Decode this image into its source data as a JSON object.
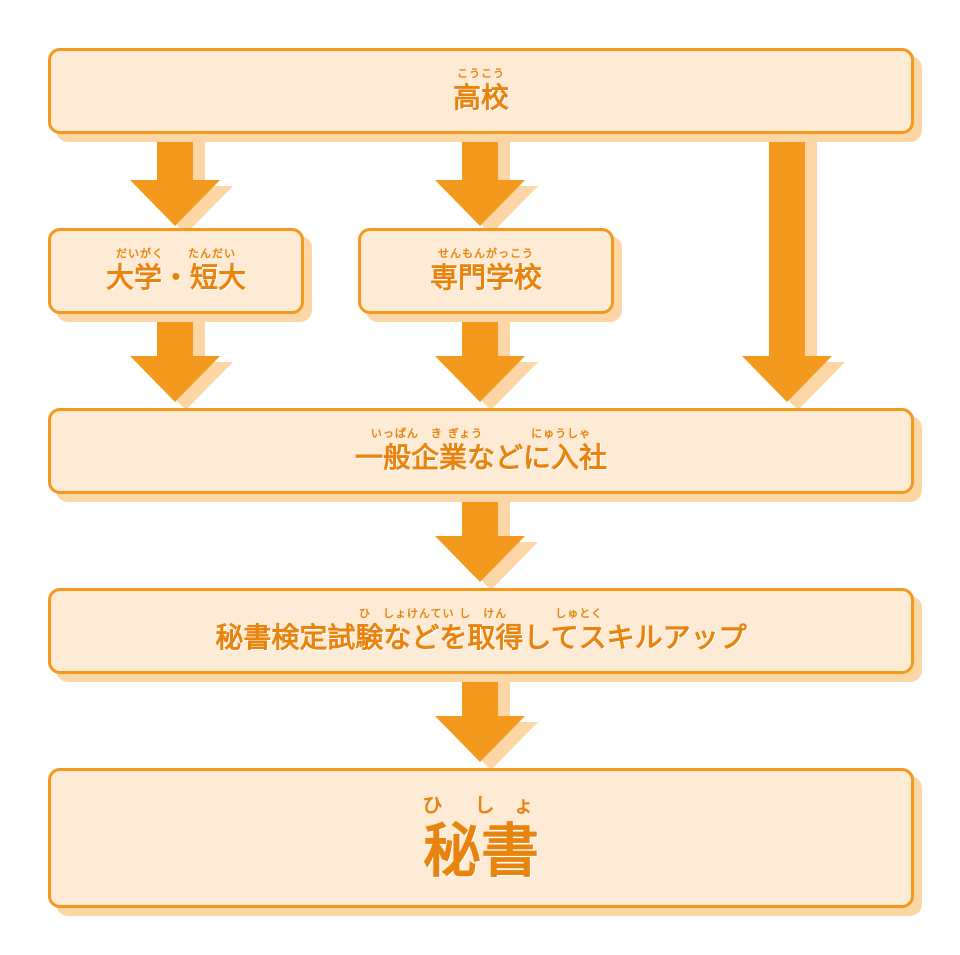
{
  "nodes": {
    "high_school": {
      "ruby": "こうこう",
      "label": "高校"
    },
    "university": {
      "ruby": "だいがく　　たんだい",
      "label": "大学・短大"
    },
    "vocational": {
      "ruby": "せんもんがっこう",
      "label": "専門学校"
    },
    "employment": {
      "ruby": "いっぱん　き ぎょう　　　　にゅうしゃ",
      "label": "一般企業などに入社"
    },
    "skill_up": {
      "ruby": "ひ　しょけんてい し　けん　　　　しゅとく",
      "label": "秘書検定試験などを取得してスキルアップ"
    },
    "secretary": {
      "ruby": "ひ　し ょ",
      "label": "秘書"
    }
  },
  "colors": {
    "arrow": "#f39a1e",
    "arrow_shadow": "#fdd6a6",
    "box_fill": "#fdebd6",
    "box_border": "#f39a1e",
    "text": "#e8830e"
  }
}
